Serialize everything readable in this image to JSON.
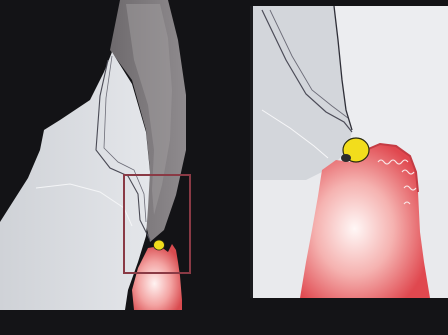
{
  "figure": {
    "panels": [
      "overview",
      "magnified-detail"
    ],
    "colors": {
      "background": "#131316",
      "tooth": "#d5d8dd",
      "root": "#8a8688",
      "soft_tissue": "#e36a6a",
      "highlight_marker": "#f2dd1c",
      "zoom_frame": "#8a3a45"
    },
    "icons": [
      "tooth-crown",
      "tooth-root",
      "gingiva",
      "yellow-marker",
      "zoom-box"
    ]
  }
}
